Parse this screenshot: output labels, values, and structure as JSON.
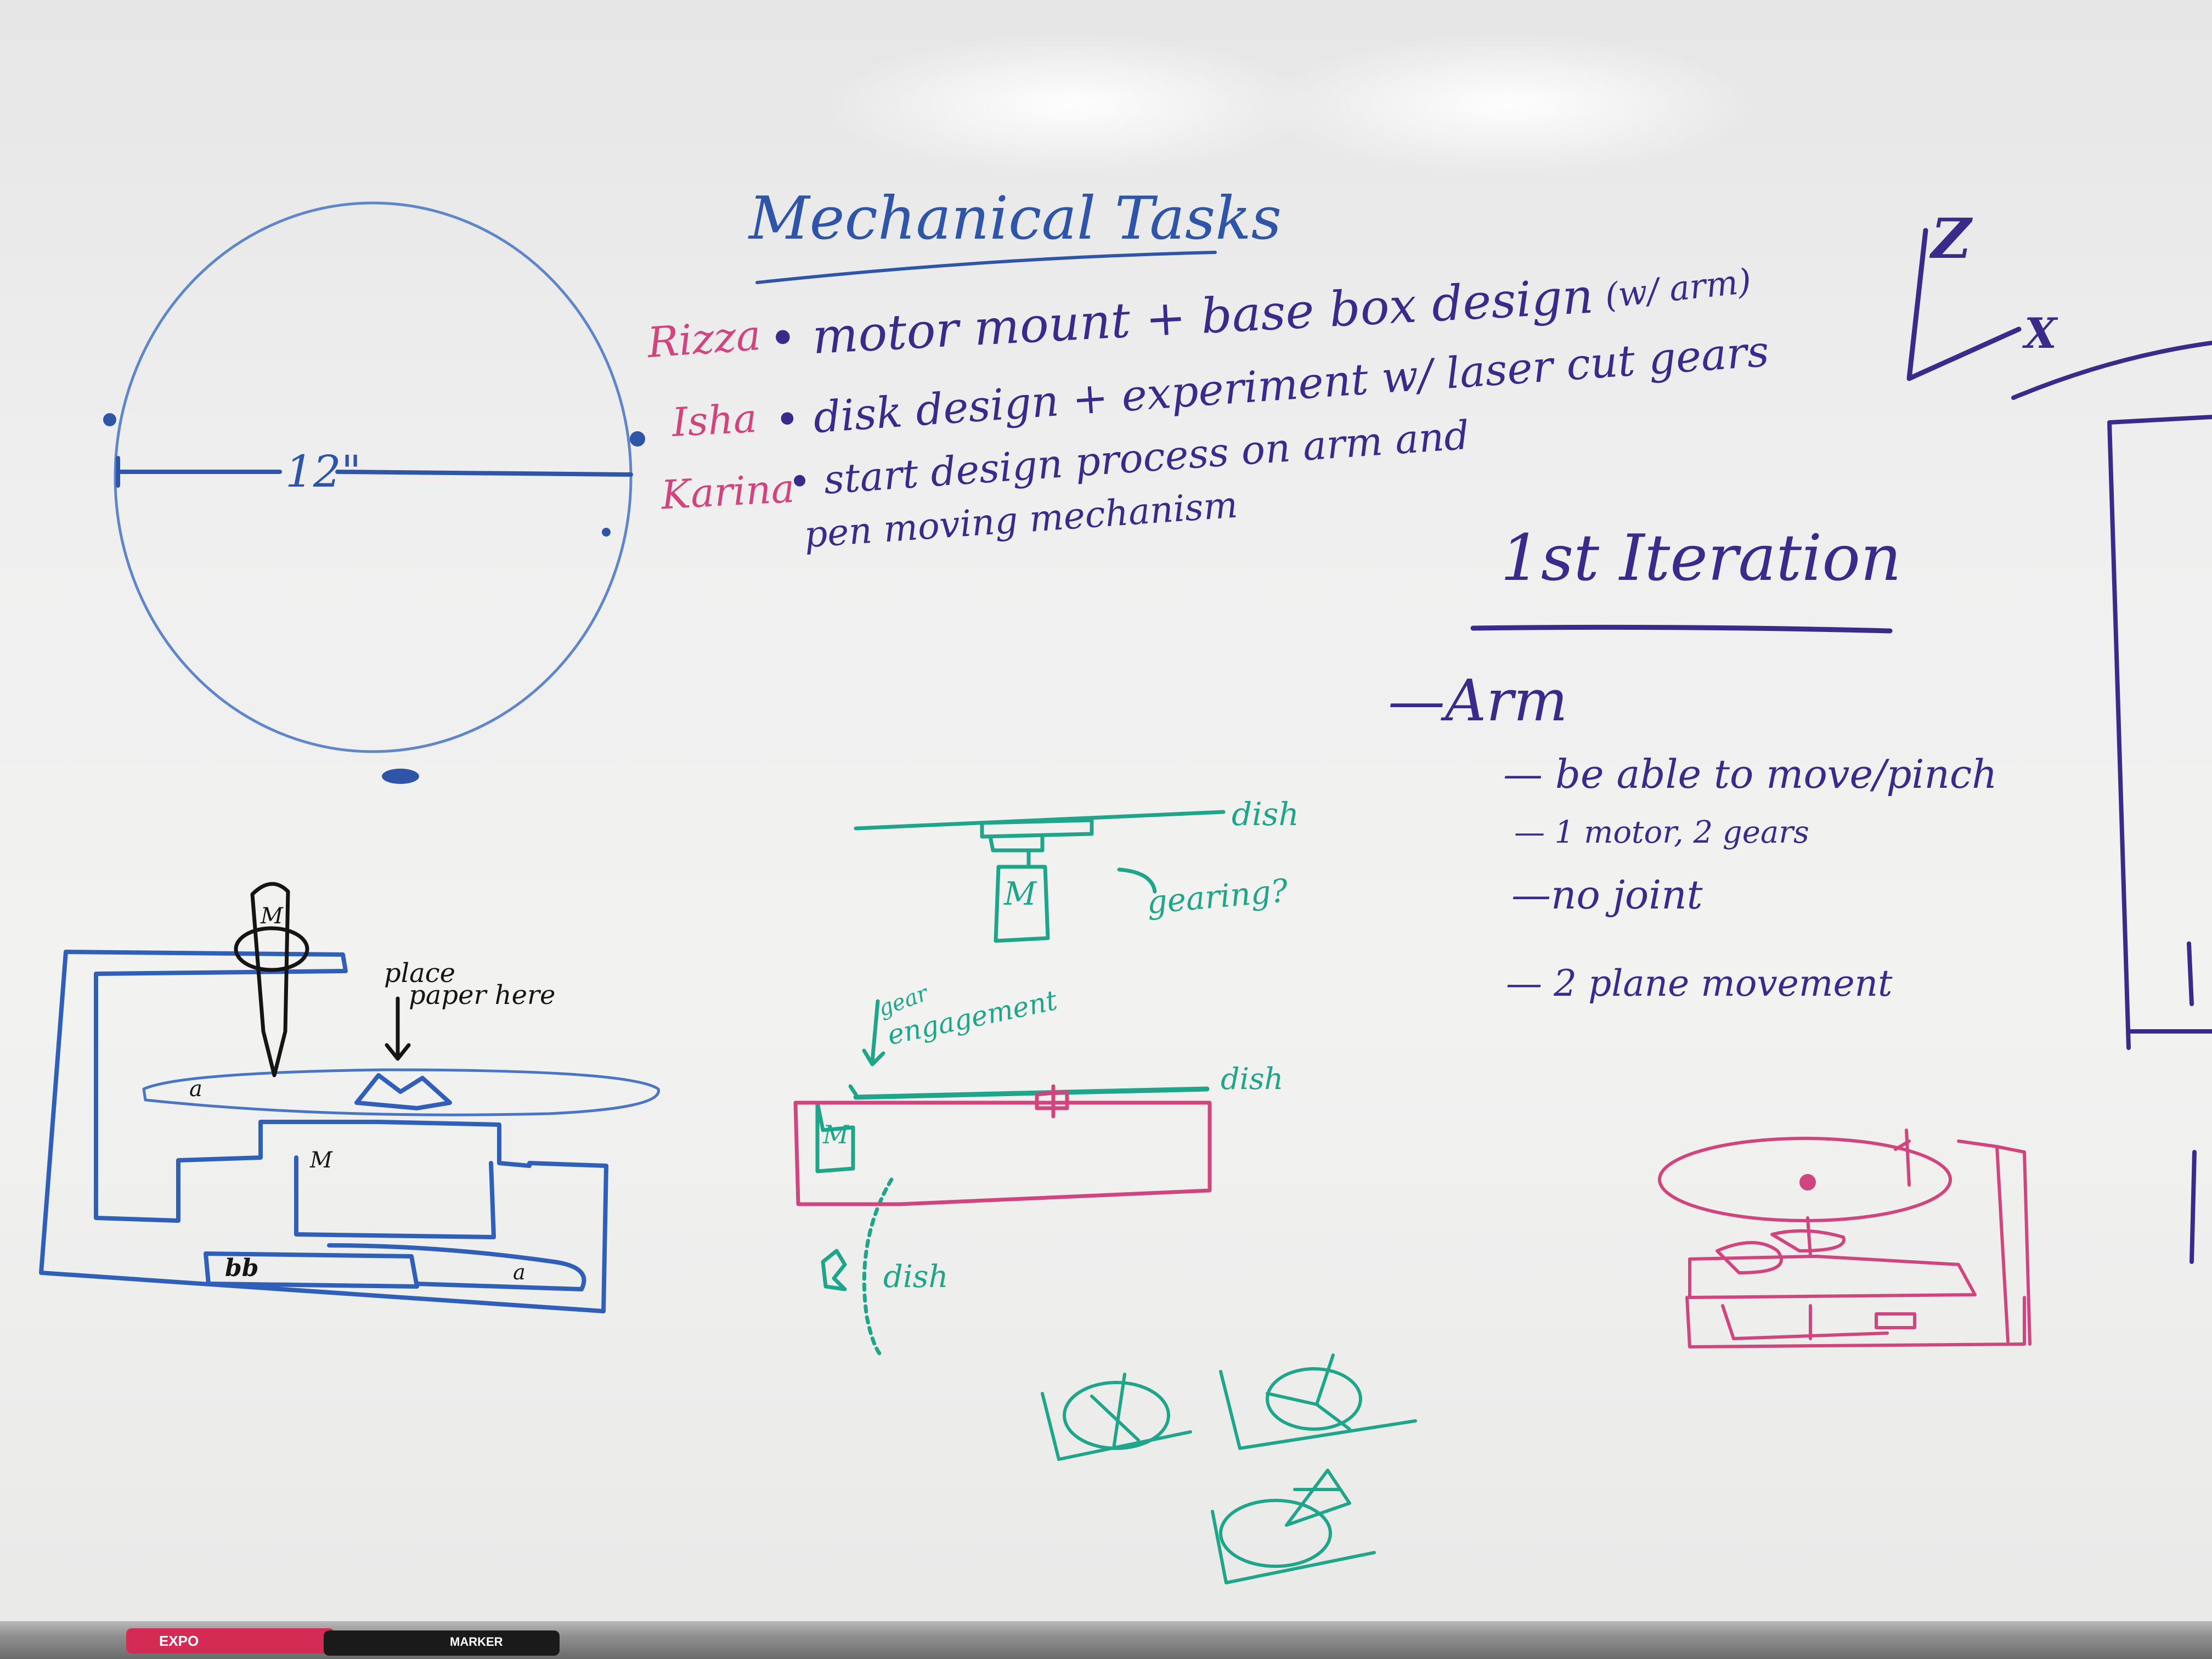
{
  "tasks": {
    "title": "Mechanical Tasks",
    "rows": [
      {
        "name": "Rizza",
        "task": "• motor mount + base box design",
        "note": "(w/ arm)"
      },
      {
        "name": "Isha",
        "task": "• disk design + experiment w/ laser cut gears",
        "note": ""
      },
      {
        "name": "Karina",
        "task": "• start design process on arm and",
        "note": ""
      },
      {
        "name": "",
        "task": "pen moving mechanism",
        "note": ""
      }
    ]
  },
  "circle_sketch": {
    "dimension": "12\""
  },
  "axes": {
    "z": "Z",
    "x": "X"
  },
  "iteration": {
    "title": "1st Iteration",
    "heading": "—Arm",
    "items": [
      "— be able to move/pinch",
      "— 1 motor, 2 gears",
      "—no joint",
      "— 2 plane movement"
    ]
  },
  "left_sketch": {
    "motor_label": "M",
    "place_label_1": "place",
    "place_label_2": "paper here",
    "a_label": "a",
    "a_label_2": "a",
    "m_label": "M",
    "bb_label": "bb"
  },
  "teal_sketch": {
    "dish_top": "dish",
    "motor_top": "M",
    "gearing": "gearing?",
    "gear_label": "gear",
    "engagement": "engagement",
    "dish_mid": "dish",
    "motor_mid": "M",
    "dish_side": "dish"
  },
  "tray": {
    "marker_brand": "EXPO",
    "marker_text": "MARKER"
  },
  "colors": {
    "blue": "#2f55a8",
    "purple": "#3a2a8a",
    "pink": "#d1457e",
    "teal": "#1fa58a",
    "black": "#151515"
  }
}
